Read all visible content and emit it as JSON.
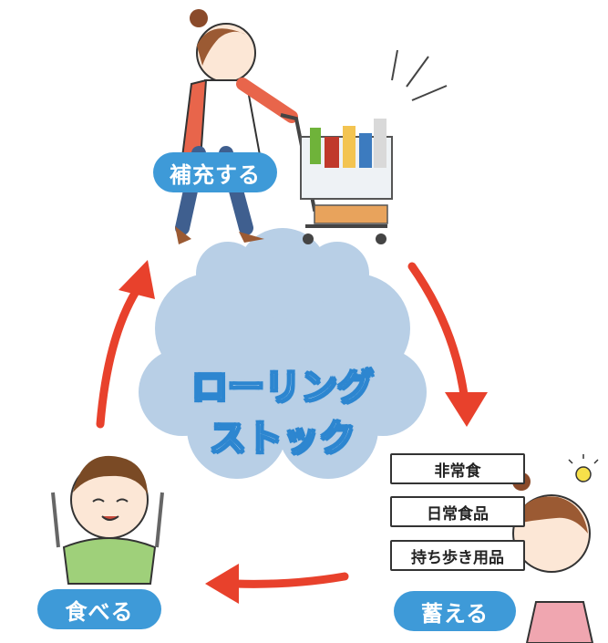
{
  "cycle": {
    "title_line1": "ローリング",
    "title_line2": "ストック",
    "steps": [
      "補充する",
      "蓄える",
      "食べる"
    ]
  },
  "stock_items": [
    "非常食",
    "日常食品",
    "持ち歩き用品"
  ],
  "colors": {
    "arrow": "#e8412c",
    "pill": "#3e9ad8",
    "cloud": "#b8cfe6",
    "title_outline": "#2d86d0"
  }
}
